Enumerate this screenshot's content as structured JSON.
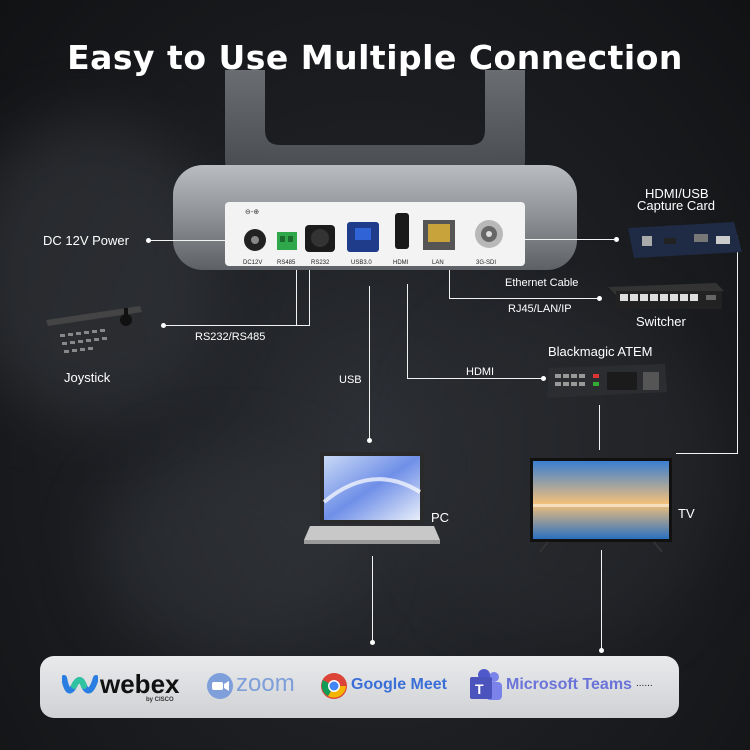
{
  "title": "Easy to Use Multiple Connection",
  "ports": [
    "DC12V",
    "RS485",
    "RS232",
    "USB3.0",
    "HDMI",
    "LAN",
    "3G-SDI"
  ],
  "labels": {
    "dc_power": "DC 12V Power",
    "hdmi_usb_capture": "HDMI/USB",
    "capture_card": "Capture Card",
    "ethernet_cable": "Ethernet Cable",
    "rj45": "RJ45/LAN/IP",
    "switcher": "Switcher",
    "rs232_485": "RS232/RS485",
    "joystick": "Joystick",
    "blackmagic": "Blackmagic ATEM",
    "hdmi": "HDMI",
    "usb": "USB",
    "pc": "PC",
    "tv": "TV"
  },
  "apps": {
    "webex": "webex",
    "webex_by": "by CISCO",
    "zoom": "zoom",
    "google_meet": "Google Meet",
    "teams": "Microsoft Teams",
    "more": "......"
  }
}
